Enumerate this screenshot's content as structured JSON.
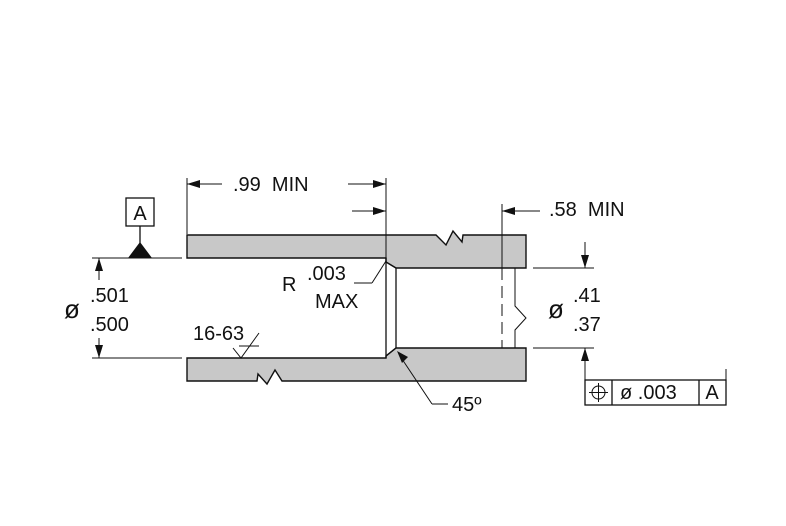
{
  "datum": {
    "letter": "A"
  },
  "dimensions": {
    "length_min": ".99  MIN",
    "bore_length_min": ".58  MIN",
    "outer_dia_symbol": "ø",
    "outer_dia_upper": ".501",
    "outer_dia_lower": ".500",
    "inner_dia_symbol": "ø",
    "inner_dia_upper": ".41",
    "inner_dia_lower": ".37"
  },
  "notes": {
    "radius_prefix": "R",
    "radius_value": ".003",
    "radius_qualifier": "MAX",
    "surface_finish": "16-63",
    "chamfer_angle": "45º"
  },
  "feature_control_frame": {
    "symbol": "position",
    "tolerance": "ø .003",
    "datum": "A"
  },
  "colors": {
    "section_fill": "#c8c8c8",
    "line": "#111111",
    "background": "#ffffff"
  }
}
